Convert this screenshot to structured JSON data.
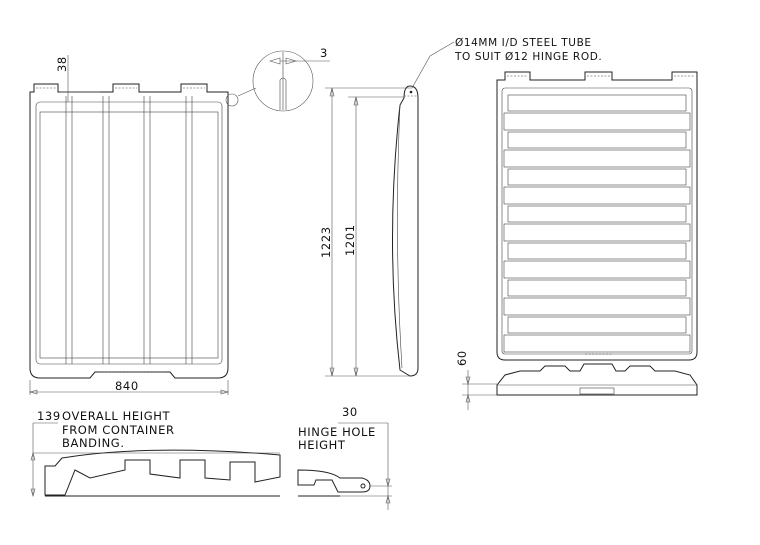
{
  "dimensions": {
    "top_gap": "38",
    "slot_width": "3",
    "overall_length": "1223",
    "inner_length": "1201",
    "width": "840",
    "base_height": "60",
    "hinge_hole_dim": "30",
    "overall_height_dim": "139"
  },
  "notes": {
    "tube_line1": "Ø14MM I/D STEEL TUBE",
    "tube_line2": "TO SUIT Ø12 HINGE ROD.",
    "overall_line1": "OVERALL HEIGHT",
    "overall_line2": "FROM CONTAINER",
    "overall_line3": "BANDING.",
    "hinge_line1": "HINGE HOLE",
    "hinge_line2": "HEIGHT"
  }
}
